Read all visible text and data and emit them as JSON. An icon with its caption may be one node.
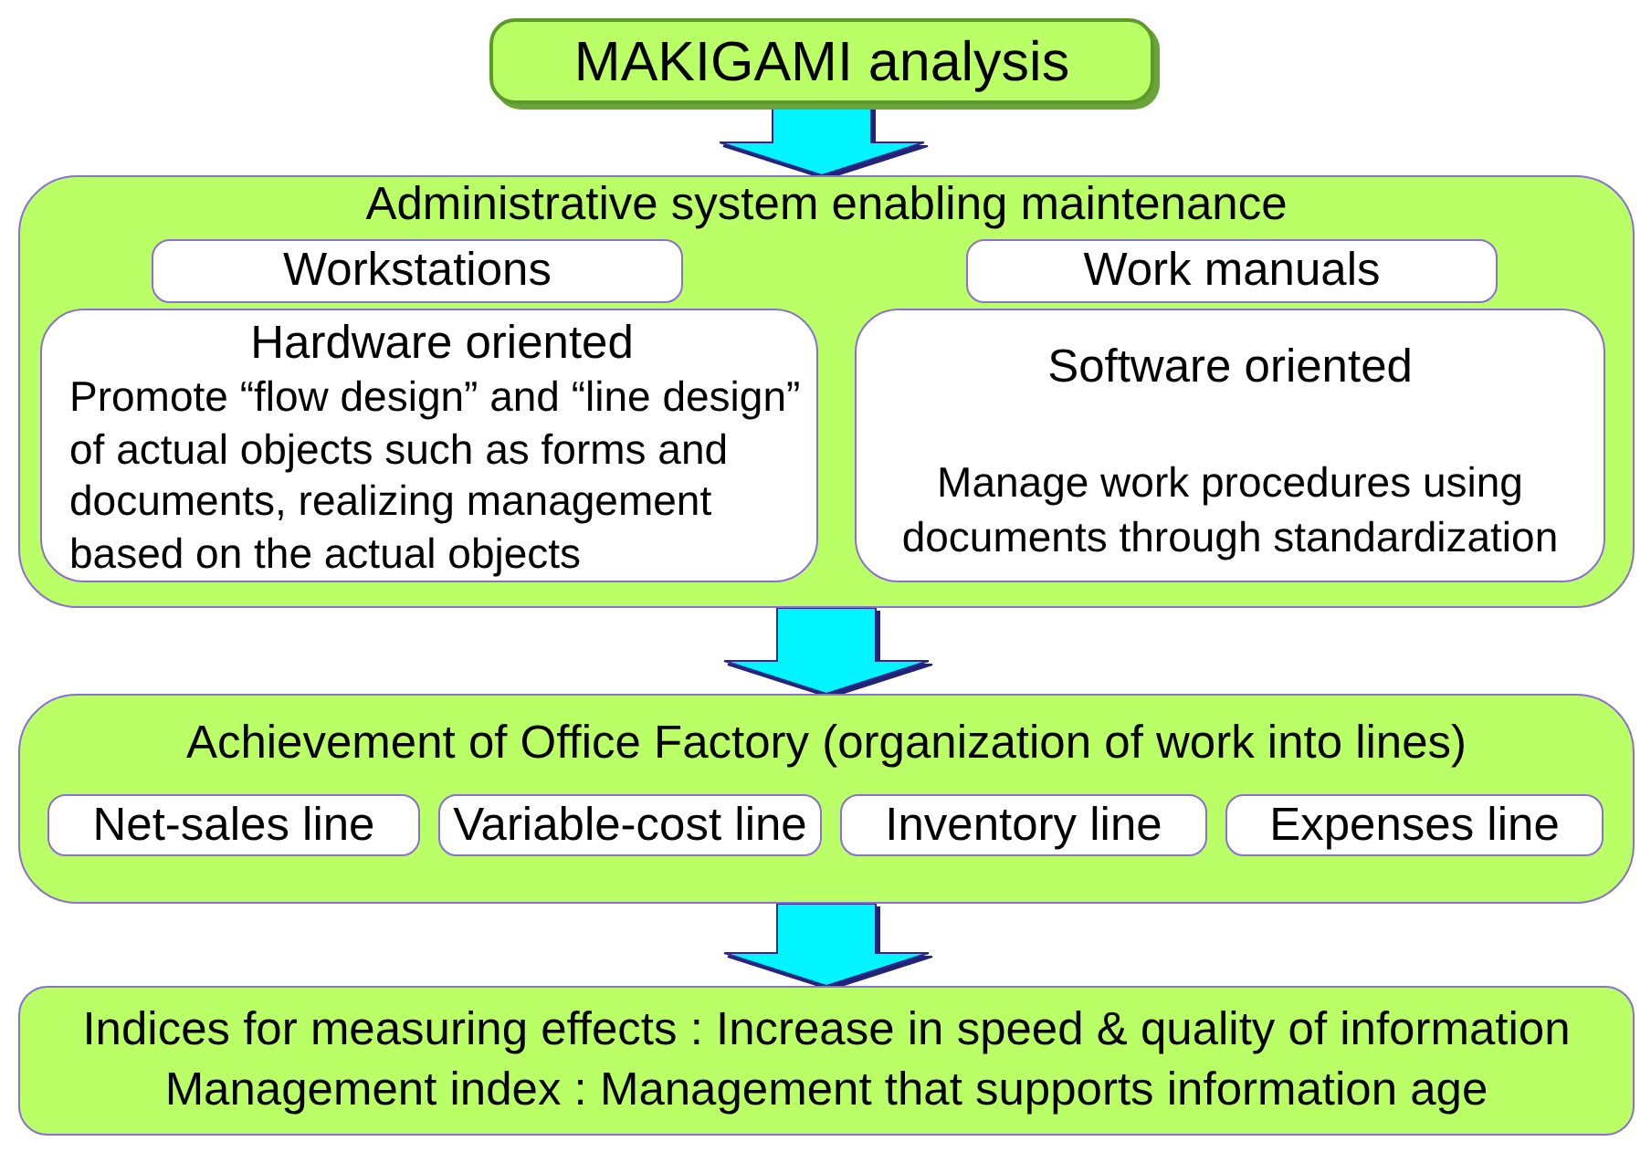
{
  "diagram": {
    "nodes": [
      {
        "text": [
          "MAKIGAMI analysis"
        ]
      },
      {
        "text": [
          "Administrative system enabling maintenance"
        ]
      },
      {
        "text": [
          "Workstations"
        ],
        "in": 1
      },
      {
        "text": [
          "Work manuals"
        ],
        "in": 1
      },
      {
        "text": [
          "Hardware oriented",
          "Promote “flow design” and “line design” of actual objects such as forms and documents, realizing management based on the actual objects"
        ],
        "in": 1
      },
      {
        "text": [
          "Software oriented",
          "Manage work procedures using documents through standardization"
        ],
        "in": 1
      },
      {
        "text": [
          "Achievement of Office Factory (organization of work into lines)"
        ]
      },
      {
        "text": [
          "Net-sales line"
        ],
        "in": 6
      },
      {
        "text": [
          "Variable-cost line"
        ],
        "in": 6
      },
      {
        "text": [
          "Inventory line"
        ],
        "in": 6
      },
      {
        "text": [
          "Expenses line"
        ],
        "in": 6
      },
      {
        "text": [
          "Indices for measuring effects : Increase in speed & quality of information",
          "Management index : Management that supports information age"
        ]
      }
    ],
    "edges": [
      {
        "from": 0,
        "to": 1,
        "arrow": "to"
      },
      {
        "from": 1,
        "to": 6,
        "arrow": "to"
      },
      {
        "from": 6,
        "to": 11,
        "arrow": "to"
      }
    ]
  }
}
